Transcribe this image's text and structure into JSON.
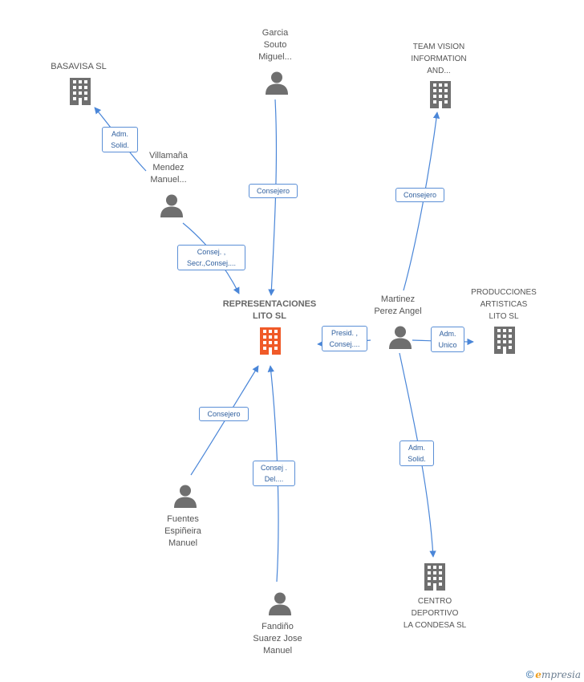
{
  "nodes": {
    "basavisa": {
      "lines": [
        "BASAVISA SL"
      ]
    },
    "garcia": {
      "lines": [
        "Garcia",
        "Souto",
        "Miguel..."
      ]
    },
    "team_vision": {
      "lines": [
        "TEAM VISION",
        "INFORMATION",
        "AND..."
      ]
    },
    "villamana": {
      "lines": [
        "Villamaña",
        "Mendez",
        "Manuel..."
      ]
    },
    "representaciones": {
      "lines": [
        "REPRESENTACIONES",
        "LITO SL"
      ]
    },
    "martinez": {
      "lines": [
        "Martinez",
        "Perez Angel"
      ]
    },
    "producciones": {
      "lines": [
        "PRODUCCIONES",
        "ARTISTICAS",
        "LITO SL"
      ]
    },
    "fuentes": {
      "lines": [
        "Fuentes",
        "Espiñeira",
        "Manuel"
      ]
    },
    "fandino": {
      "lines": [
        "Fandiño",
        "Suarez Jose",
        "Manuel"
      ]
    },
    "centro": {
      "lines": [
        "CENTRO",
        "DEPORTIVO",
        "LA CONDESA SL"
      ]
    }
  },
  "edges": {
    "adm_solid_basavisa": [
      "Adm.",
      "Solid."
    ],
    "consejero_garcia": [
      "Consejero"
    ],
    "consejero_team": [
      "Consejero"
    ],
    "consej_villamana": [
      "Consej. ,",
      "Secr.,Consej...."
    ],
    "presid_martinez": [
      "Presid. ,",
      "Consej...."
    ],
    "adm_unico": [
      "Adm.",
      "Unico"
    ],
    "consejero_fuentes": [
      "Consejero"
    ],
    "consej_fandino": [
      "Consej .",
      "Del...."
    ],
    "adm_solid_centro": [
      "Adm.",
      "Solid."
    ]
  },
  "footer": {
    "copyright": "©",
    "brand_e": "e",
    "brand_rest": "mpresia"
  },
  "colors": {
    "edge": "#4a86d8",
    "icon_gray": "#6f6f6f",
    "icon_highlight": "#f05a28",
    "edge_label_border": "#5b8fd6",
    "edge_label_text": "#2f5f9e"
  },
  "icons": {
    "person": "person-icon",
    "building": "building-icon"
  }
}
